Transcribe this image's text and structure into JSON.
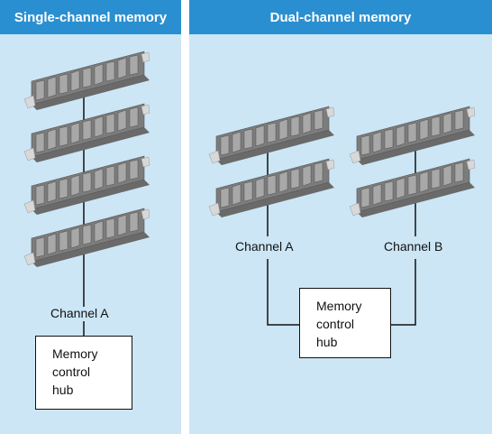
{
  "single": {
    "title": "Single-channel memory",
    "channel_label": "Channel A",
    "hub_lines": [
      "Memory",
      "control",
      "hub"
    ]
  },
  "dual": {
    "title": "Dual-channel memory",
    "channel_a_label": "Channel A",
    "channel_b_label": "Channel B",
    "hub_lines": [
      "Memory",
      "control",
      "hub"
    ]
  },
  "colors": {
    "header": "#2a8fd0",
    "panel": "#cce6f5",
    "module": "#7c7c7c",
    "chip": "#a8a8a8"
  },
  "icons": [
    "memory-module-icon"
  ]
}
